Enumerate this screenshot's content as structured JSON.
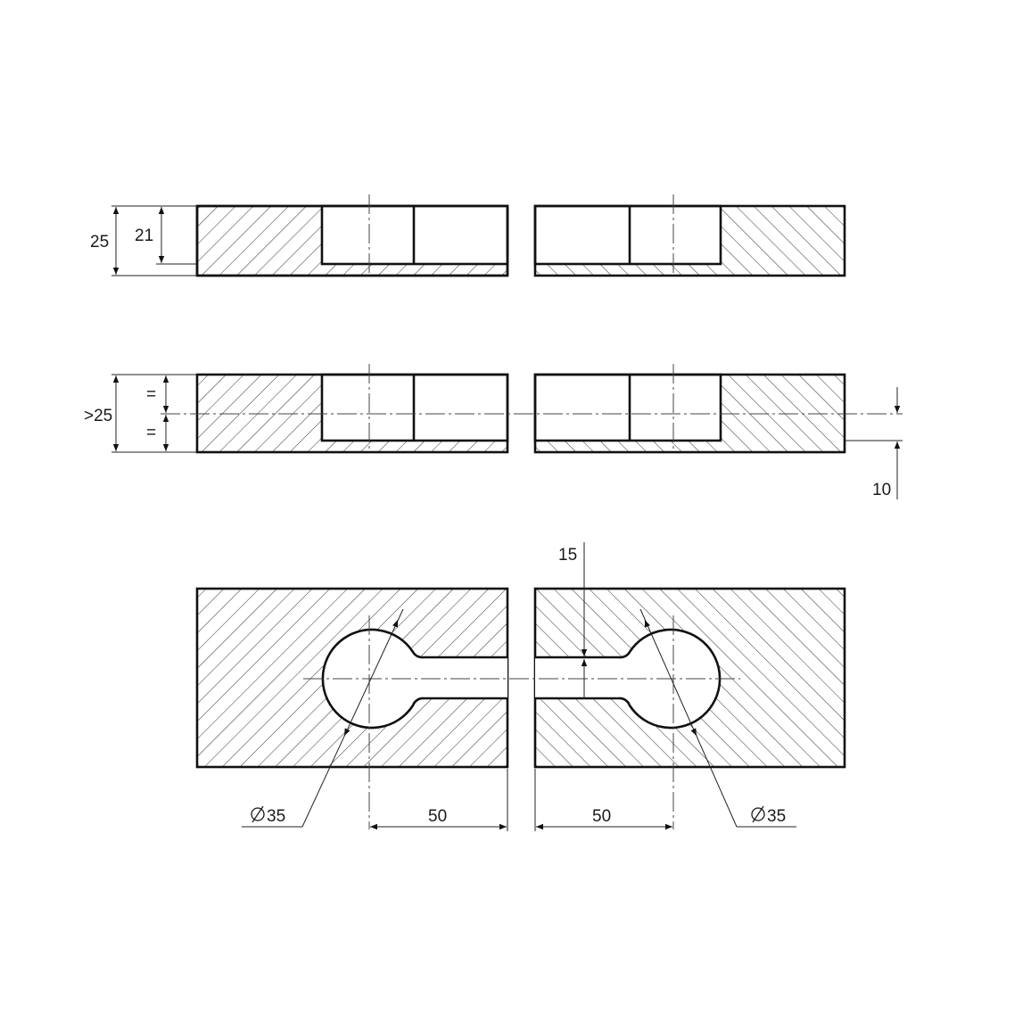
{
  "view_top": {
    "dims": {
      "overall": "25",
      "pocket": "21"
    }
  },
  "view_middle": {
    "dims": {
      "overall": ">25",
      "half_a": "=",
      "half_b": "=",
      "offset": "10"
    }
  },
  "view_bottom": {
    "dims": {
      "slot_width": "15",
      "left_spacing": "50",
      "right_spacing": "50",
      "left_diameter": "35",
      "right_diameter": "35"
    }
  }
}
